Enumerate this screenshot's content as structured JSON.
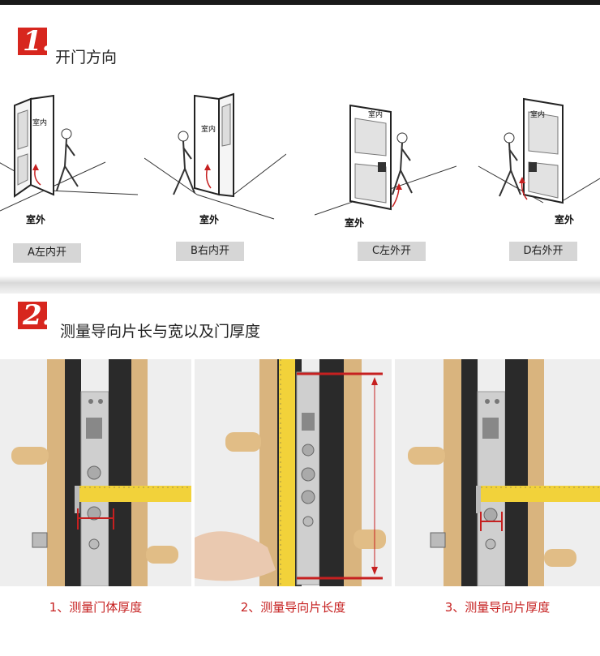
{
  "section1": {
    "number": "1.",
    "title": "开门方向"
  },
  "section2": {
    "number": "2.",
    "title": "测量导向片长与宽以及门厚度"
  },
  "scenes": [
    {
      "indoor": "室内",
      "outdoor": "室外",
      "label": "A左内开"
    },
    {
      "indoor": "室内",
      "outdoor": "室外",
      "label": "B右内开"
    },
    {
      "indoor": "室内",
      "outdoor": "室外",
      "label": "C左外开"
    },
    {
      "indoor": "室内",
      "outdoor": "室外",
      "label": "D右外开"
    }
  ],
  "photos": [
    {
      "caption": "1、测量门体厚度"
    },
    {
      "caption": "2、测量导向片长度"
    },
    {
      "caption": "3、测量导向片厚度"
    }
  ],
  "colors": {
    "accent": "#d7261e",
    "caption": "#c62020",
    "gold": "#d9b47e",
    "tape": "#f2d23a"
  }
}
